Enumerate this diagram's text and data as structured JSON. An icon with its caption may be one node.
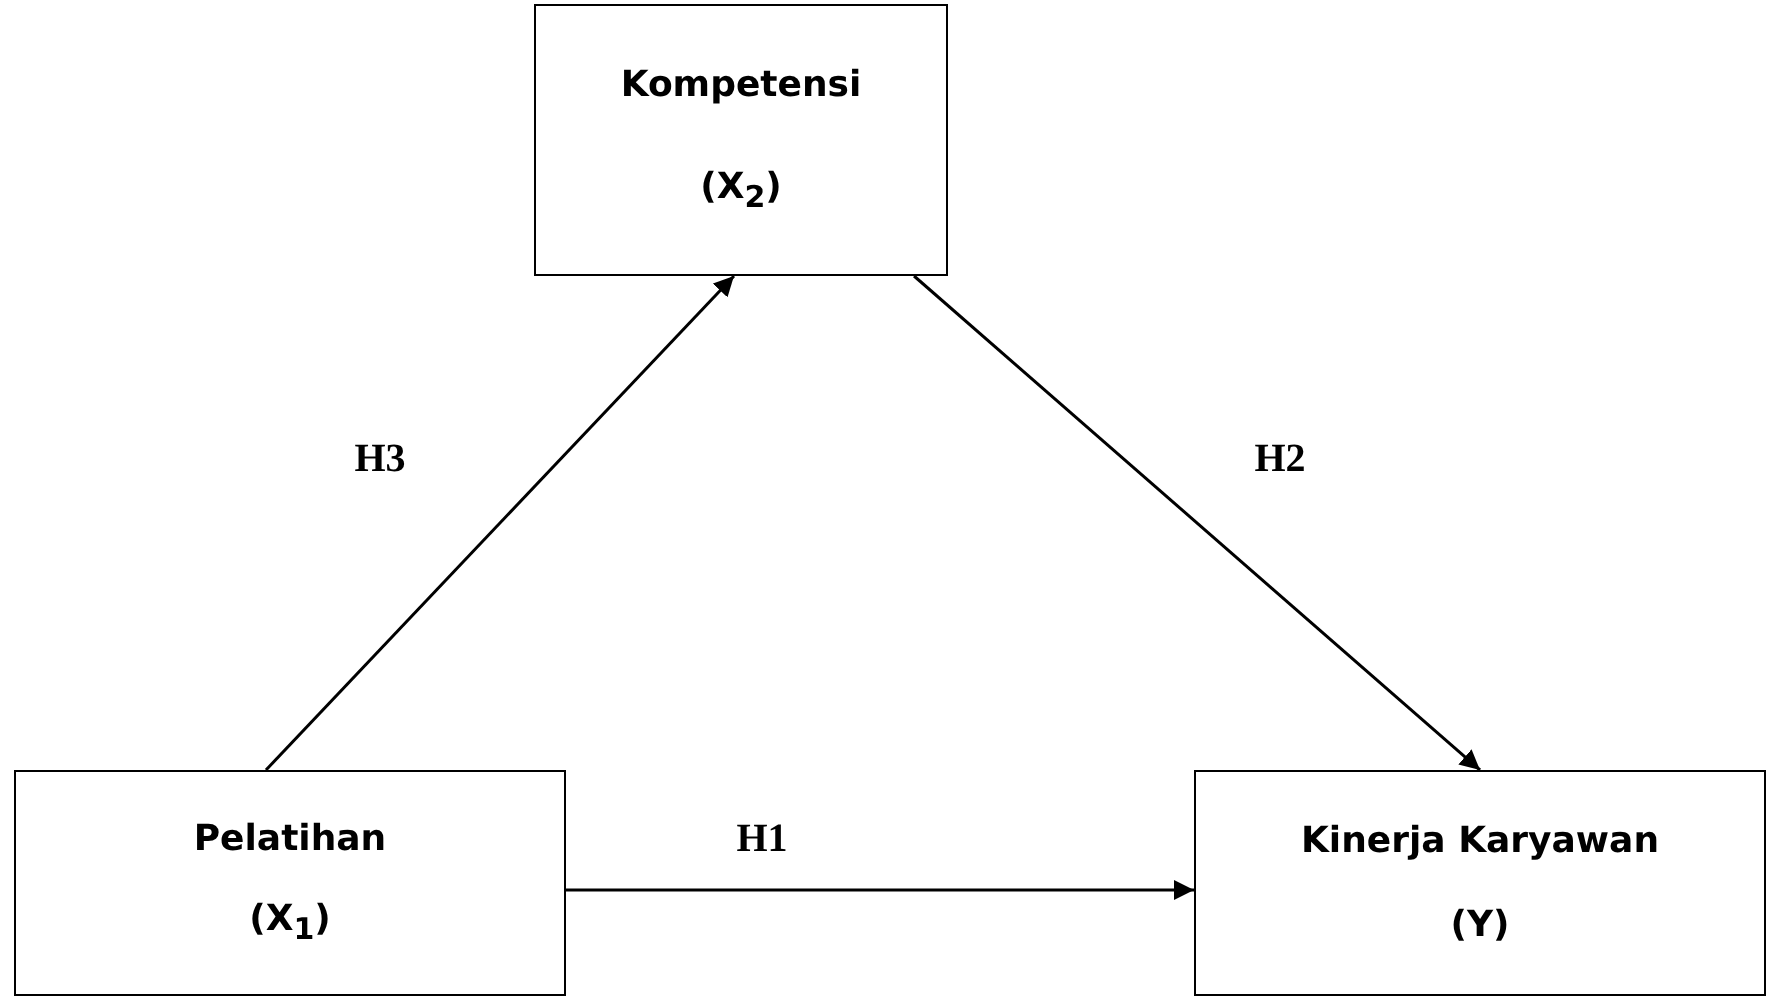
{
  "diagram": {
    "nodes": [
      {
        "text": [
          "Kompetensi",
          "(X$_{2}$)"
        ]
      },
      {
        "text": [
          "Pelatihan",
          "(X$_{1}$)"
        ]
      },
      {
        "text": [
          "Kinerja Karyawan",
          "(Y)"
        ]
      }
    ],
    "edges": [
      {
        "from": 1,
        "to": 0,
        "arrow": "to",
        "label": "H3"
      },
      {
        "from": 0,
        "to": 2,
        "arrow": "to",
        "label": "H2"
      },
      {
        "from": 1,
        "to": 2,
        "arrow": "to",
        "label": "H1"
      }
    ]
  }
}
